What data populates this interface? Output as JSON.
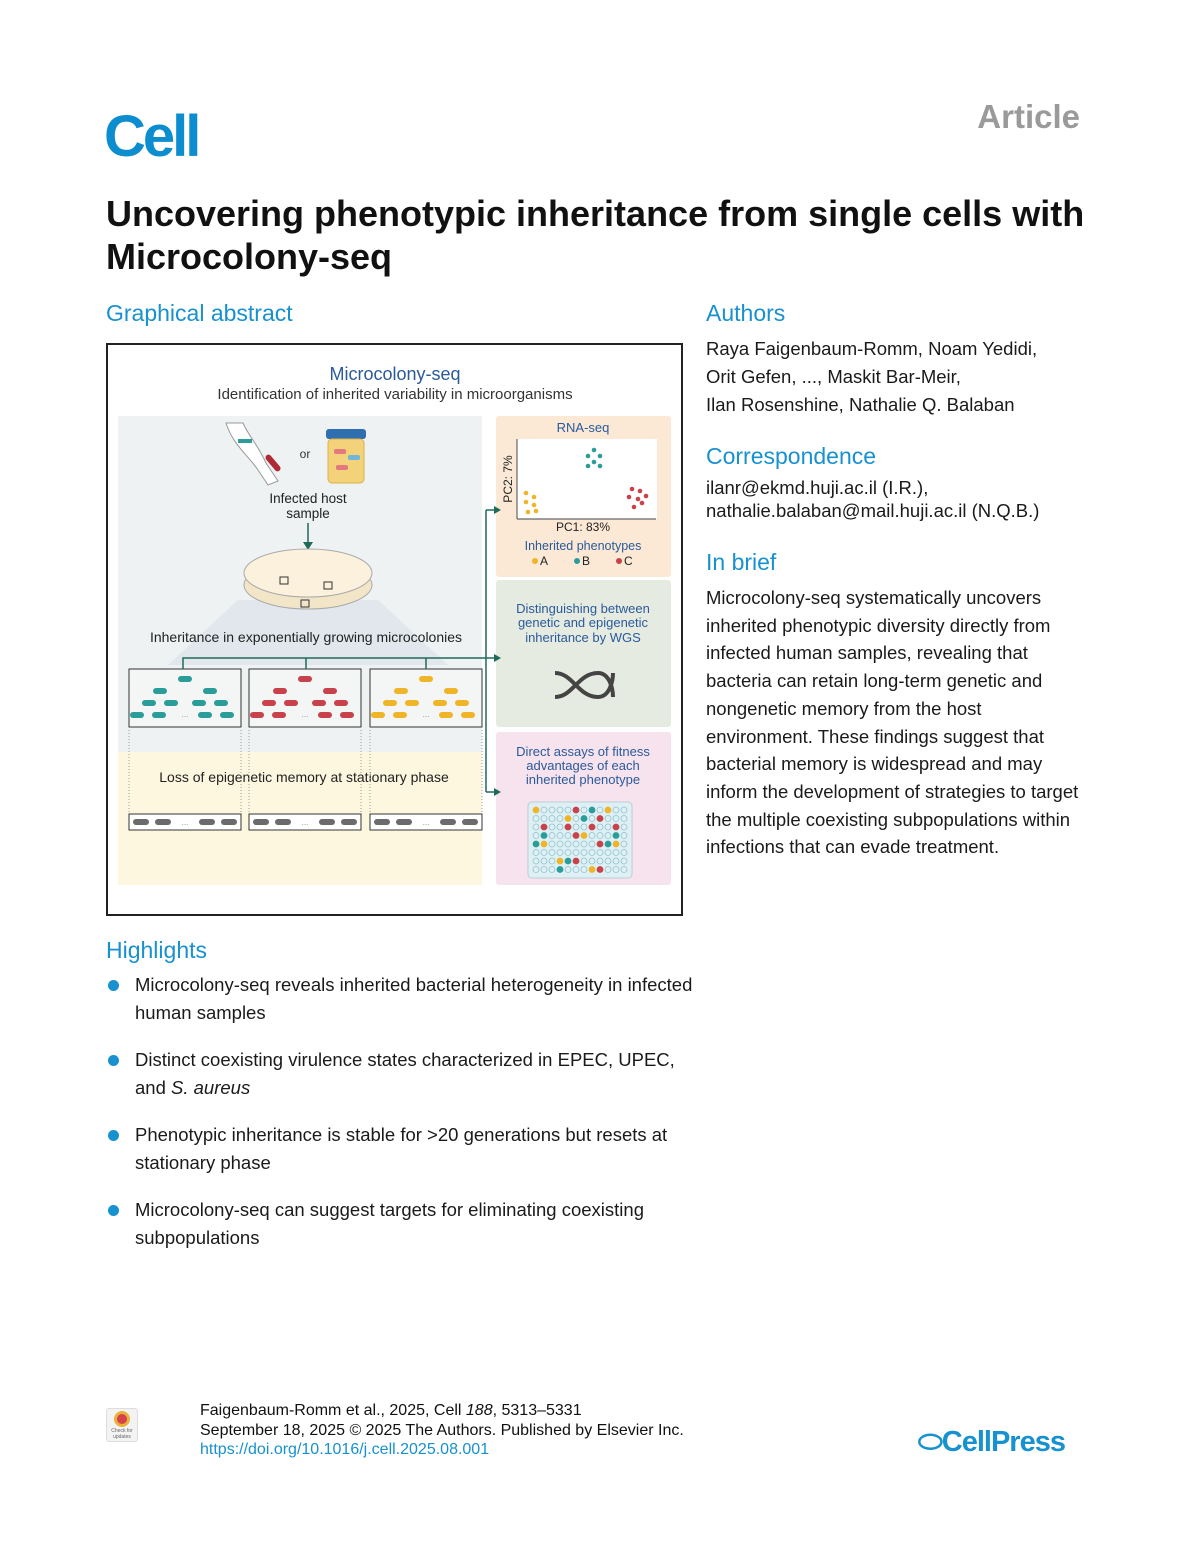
{
  "header": {
    "journal_logo": "Cell",
    "article_type": "Article"
  },
  "title": "Uncovering phenotypic inheritance from single cells with Microcolony-seq",
  "graphical_abstract": {
    "heading": "Graphical abstract",
    "fig_title": "Microcolony-seq",
    "fig_subtitle": "Identification of inherited variability in microorganisms",
    "or": "or",
    "sample_line1": "Infected host",
    "sample_line2": "sample",
    "inheritance_label": "Inheritance in exponentially growing microcolonies",
    "loss_label": "Loss of epigenetic memory at stationary phase",
    "ellipsis": "...",
    "rnaseq": {
      "title": "RNA-seq",
      "xlabel": "PC1: 83%",
      "ylabel": "PC2: 7%",
      "legend_title": "Inherited phenotypes",
      "legend": [
        {
          "label": "A",
          "color": "#f0b429"
        },
        {
          "label": "B",
          "color": "#2a9d9a"
        },
        {
          "label": "C",
          "color": "#c8414b"
        }
      ]
    },
    "wgs_lines": [
      "Distinguishing between",
      "genetic and epigenetic",
      "inheritance by WGS"
    ],
    "fitness_lines": [
      "Direct assays of fitness",
      "advantages of each",
      "inherited phenotype"
    ],
    "colors": {
      "accent": "#2a5a9a",
      "arrow": "#1f6b5a",
      "teal": "#2a9d9a",
      "red": "#c8414b",
      "yellow": "#f0b429",
      "gray": "#6b6b6b"
    }
  },
  "authors": {
    "heading": "Authors",
    "lines": [
      "Raya Faigenbaum-Romm, Noam Yedidi,",
      "Orit Gefen, ..., Maskit Bar-Meir,",
      "Ilan Rosenshine, Nathalie Q. Balaban"
    ]
  },
  "correspondence": {
    "heading": "Correspondence",
    "lines": [
      "ilanr@ekmd.huji.ac.il (I.R.),",
      "nathalie.balaban@mail.huji.ac.il (N.Q.B.)"
    ]
  },
  "in_brief": {
    "heading": "In brief",
    "text": "Microcolony-seq systematically uncovers inherited phenotypic diversity directly from infected human samples, revealing that bacteria can retain long-term genetic and nongenetic memory from the host environment. These findings suggest that bacterial memory is widespread and may inform the development of strategies to target the multiple coexisting subpopulations within infections that can evade treatment."
  },
  "highlights": {
    "heading": "Highlights",
    "items": [
      {
        "text": "Microcolony-seq reveals inherited bacterial heterogeneity in infected human samples",
        "italic": "",
        "tail": ""
      },
      {
        "text": "Distinct coexisting virulence states characterized in EPEC, UPEC, and ",
        "italic": "S. aureus",
        "tail": ""
      },
      {
        "text": "Phenotypic inheritance is stable for >20 generations but resets at stationary phase",
        "italic": "",
        "tail": ""
      },
      {
        "text": "Microcolony-seq can suggest targets for eliminating coexisting subpopulations",
        "italic": "",
        "tail": ""
      }
    ]
  },
  "footer": {
    "citation_pre": "Faigenbaum-Romm et al., 2025, Cell ",
    "citation_volume": "188",
    "citation_post": ", 5313–5331",
    "date_line": "September 18, 2025 © 2025 The Authors. Published by Elsevier Inc.",
    "doi": "https://doi.org/10.1016/j.cell.2025.08.001",
    "crossmark": "Check for updates",
    "publisher_logo": "CellPress"
  }
}
